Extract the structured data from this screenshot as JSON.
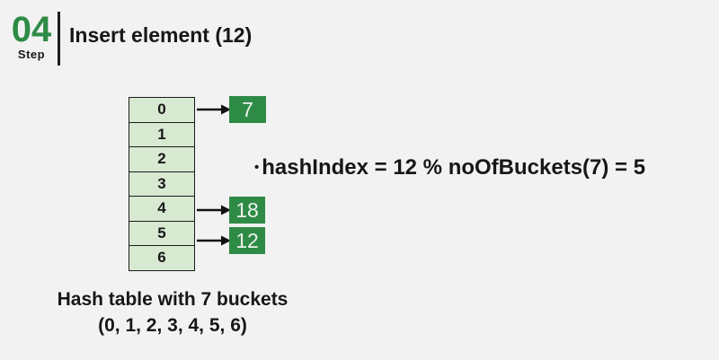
{
  "colors": {
    "background": "#f2f2f2",
    "accent_green": "#2e8b46",
    "bucket_fill": "#d8e9d2",
    "border": "#1c1c1c",
    "text": "#171717",
    "box_text": "#edf2ed"
  },
  "header": {
    "step_number": "04",
    "step_label": "Step",
    "title": "Insert element (12)"
  },
  "table": {
    "buckets": [
      "0",
      "1",
      "2",
      "3",
      "4",
      "5",
      "6"
    ],
    "caption_line1": "Hash table with 7 buckets",
    "caption_line2": "(0, 1, 2, 3, 4, 5, 6)"
  },
  "values": {
    "bucket0": "7",
    "bucket4": "18",
    "bucket5": "12"
  },
  "equation": {
    "bullet": "•",
    "text": "hashIndex = 12 % noOfBuckets(7) = 5"
  }
}
